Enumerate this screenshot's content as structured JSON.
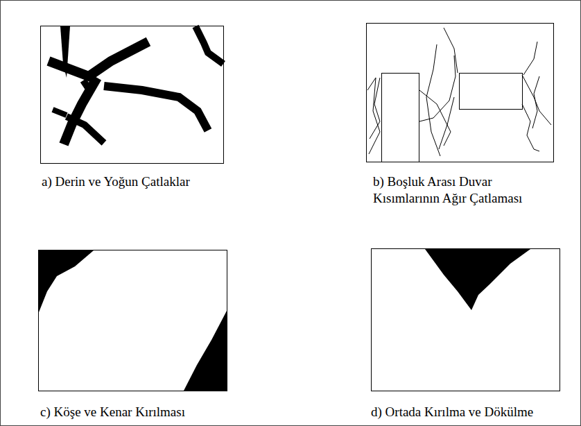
{
  "diagram": {
    "labels": [
      "a) Derin ve Yoğun Çatlaklar",
      "b) Boşluk Arası Duvar Kısımlarının Ağır Çatlaması",
      "c) Köşe ve Kenar Kırılması",
      "d) Ortada Kırılma ve Dökülme"
    ]
  }
}
